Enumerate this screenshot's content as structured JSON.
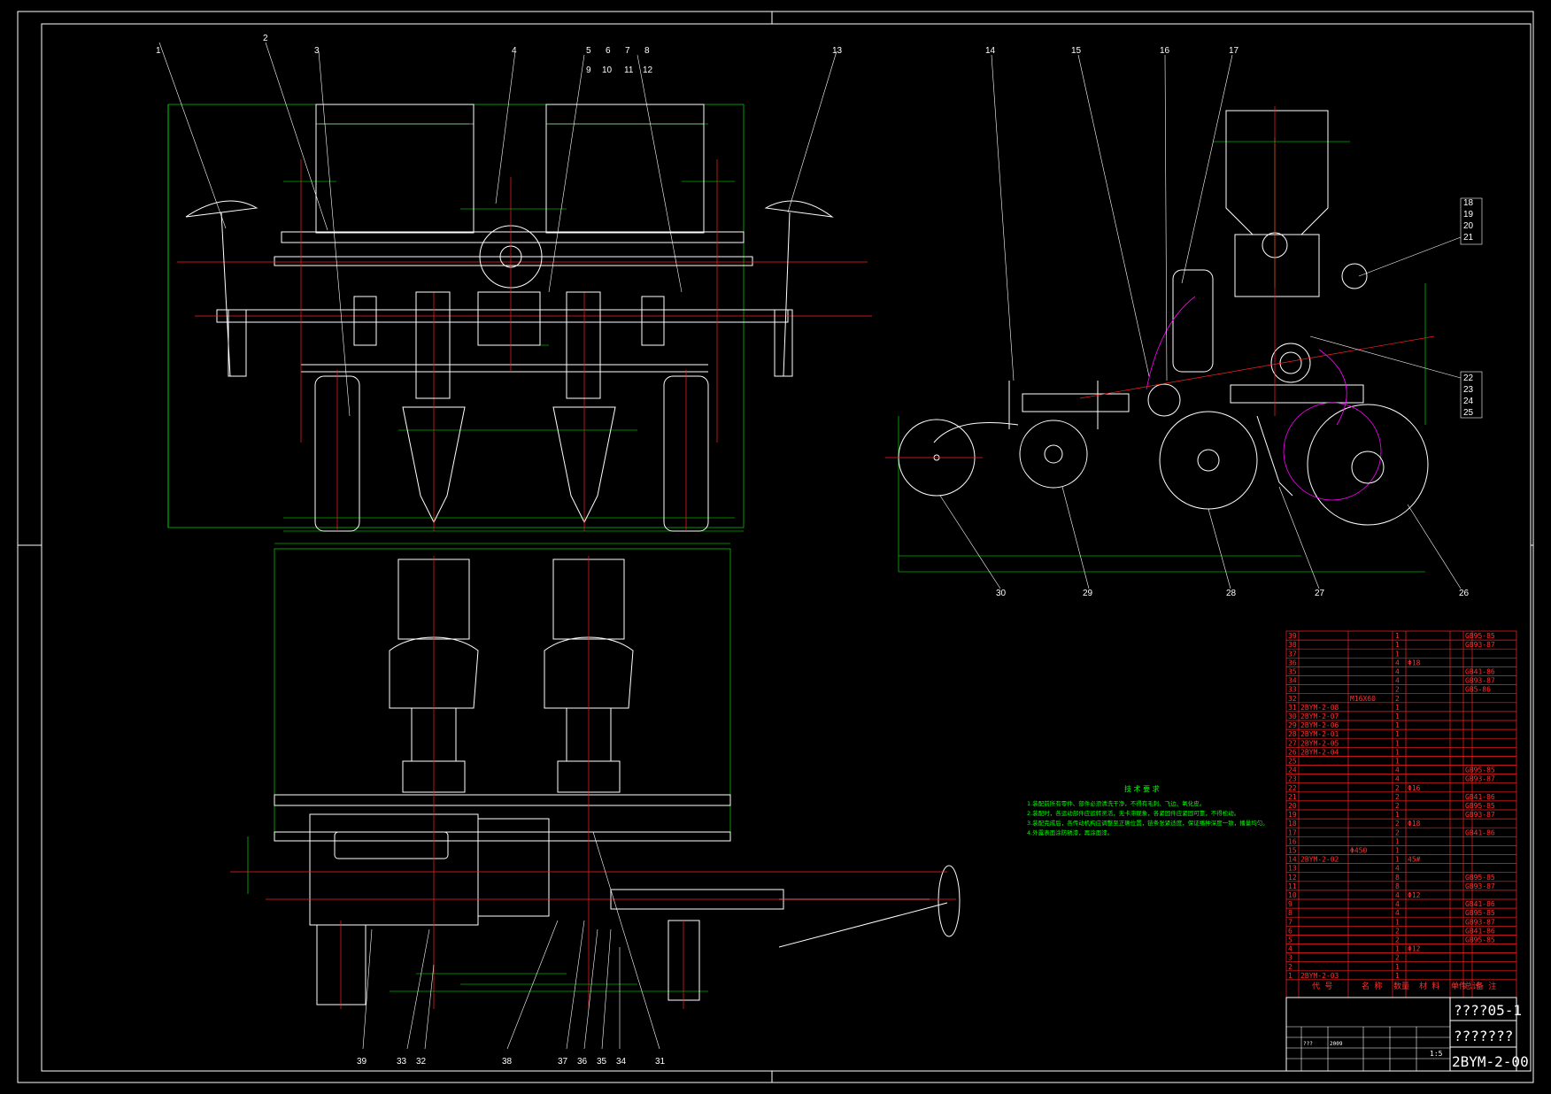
{
  "drawing": {
    "part_labels_front": [
      "1",
      "2",
      "3",
      "4",
      "5",
      "6",
      "7",
      "8",
      "9",
      "10",
      "11",
      "12",
      "13"
    ],
    "part_labels_side_top": [
      "14",
      "15",
      "16",
      "17"
    ],
    "part_labels_side_right": [
      "18",
      "19",
      "20",
      "21",
      "22",
      "23",
      "24",
      "25"
    ],
    "part_labels_side_bottom": [
      "30",
      "29",
      "28",
      "27",
      "26"
    ],
    "part_labels_top_view": [
      "39",
      "33",
      "32",
      "38",
      "37",
      "36",
      "35",
      "34",
      "31"
    ],
    "notes_title": "技 术 要 求",
    "notes": [
      "1.装配前所有零件、部件必须清洗干净，不得有毛刺、飞边、氧化皮。",
      "2.装配时，各运动部件应运转灵活，无卡滞现象，各紧固件应紧固可靠，不得松动。",
      "3.装配完成后，各传动机构应调整至正确位置，链条张紧适度，保证播种深度一致，播量均匀。",
      "4.外露表面涂防锈漆，再涂面漆。"
    ]
  },
  "bom": {
    "header": {
      "code": "代 号",
      "name": "名 称",
      "qty": "数量",
      "material": "材 料",
      "unit_weight": "单件",
      "total_weight": "总计",
      "remark": "备 注"
    },
    "rows": [
      {
        "no": "39",
        "code": "",
        "name": "",
        "qty": "1",
        "mat": "",
        "std": "GB95-85"
      },
      {
        "no": "38",
        "code": "",
        "name": "",
        "qty": "1",
        "mat": "",
        "std": "GB93-87"
      },
      {
        "no": "37",
        "code": "",
        "name": "",
        "qty": "1",
        "mat": "",
        "std": ""
      },
      {
        "no": "36",
        "code": "",
        "name": "",
        "qty": "4",
        "mat": "Φ18",
        "std": ""
      },
      {
        "no": "35",
        "code": "",
        "name": "",
        "qty": "4",
        "mat": "",
        "std": "GB41-86"
      },
      {
        "no": "34",
        "code": "",
        "name": "",
        "qty": "4",
        "mat": "",
        "std": "GB93-87"
      },
      {
        "no": "33",
        "code": "",
        "name": "",
        "qty": "2",
        "mat": "",
        "std": "GB5-86"
      },
      {
        "no": "32",
        "code": "",
        "name": "M16X60",
        "qty": "2",
        "mat": "",
        "std": ""
      },
      {
        "no": "31",
        "code": "2BYM-2-08",
        "name": "",
        "qty": "1",
        "mat": "",
        "std": ""
      },
      {
        "no": "30",
        "code": "2BYM-2-07",
        "name": "",
        "qty": "1",
        "mat": "",
        "std": ""
      },
      {
        "no": "29",
        "code": "2BYM-2-06",
        "name": "",
        "qty": "1",
        "mat": "",
        "std": ""
      },
      {
        "no": "28",
        "code": "2BYM-2-01",
        "name": "",
        "qty": "1",
        "mat": "",
        "std": ""
      },
      {
        "no": "27",
        "code": "2BYM-2-05",
        "name": "",
        "qty": "1",
        "mat": "",
        "std": ""
      },
      {
        "no": "26",
        "code": "2BYM-2-04",
        "name": "",
        "qty": "1",
        "mat": "",
        "std": ""
      },
      {
        "no": "25",
        "code": "",
        "name": "",
        "qty": "1",
        "mat": "",
        "std": ""
      },
      {
        "no": "24",
        "code": "",
        "name": "",
        "qty": "4",
        "mat": "",
        "std": "GB95-85"
      },
      {
        "no": "23",
        "code": "",
        "name": "",
        "qty": "4",
        "mat": "",
        "std": "GB93-87"
      },
      {
        "no": "22",
        "code": "",
        "name": "",
        "qty": "2",
        "mat": "Φ16",
        "std": ""
      },
      {
        "no": "21",
        "code": "",
        "name": "",
        "qty": "2",
        "mat": "",
        "std": "GB41-86"
      },
      {
        "no": "20",
        "code": "",
        "name": "",
        "qty": "2",
        "mat": "",
        "std": "GB95-85"
      },
      {
        "no": "19",
        "code": "",
        "name": "",
        "qty": "1",
        "mat": "",
        "std": "GB93-87"
      },
      {
        "no": "18",
        "code": "",
        "name": "",
        "qty": "2",
        "mat": "Φ18",
        "std": ""
      },
      {
        "no": "17",
        "code": "",
        "name": "",
        "qty": "2",
        "mat": "",
        "std": "GB41-86"
      },
      {
        "no": "16",
        "code": "",
        "name": "",
        "qty": "1",
        "mat": "",
        "std": ""
      },
      {
        "no": "15",
        "code": "",
        "name": "Φ450",
        "qty": "1",
        "mat": "",
        "std": ""
      },
      {
        "no": "14",
        "code": "2BYM-2-02",
        "name": "",
        "qty": "1",
        "mat": "45#",
        "std": ""
      },
      {
        "no": "13",
        "code": "",
        "name": "",
        "qty": "4",
        "mat": "",
        "std": ""
      },
      {
        "no": "12",
        "code": "",
        "name": "",
        "qty": "8",
        "mat": "",
        "std": "GB95-85"
      },
      {
        "no": "11",
        "code": "",
        "name": "",
        "qty": "8",
        "mat": "",
        "std": "GB93-87"
      },
      {
        "no": "10",
        "code": "",
        "name": "",
        "qty": "4",
        "mat": "Φ12",
        "std": ""
      },
      {
        "no": "9",
        "code": "",
        "name": "",
        "qty": "4",
        "mat": "",
        "std": "GB41-86"
      },
      {
        "no": "8",
        "code": "",
        "name": "",
        "qty": "4",
        "mat": "",
        "std": "GB95-85"
      },
      {
        "no": "7",
        "code": "",
        "name": "",
        "qty": "1",
        "mat": "",
        "std": "GB93-87"
      },
      {
        "no": "6",
        "code": "",
        "name": "",
        "qty": "2",
        "mat": "",
        "std": "GB41-86"
      },
      {
        "no": "5",
        "code": "",
        "name": "",
        "qty": "2",
        "mat": "",
        "std": "GB95-85"
      },
      {
        "no": "4",
        "code": "",
        "name": "",
        "qty": "1",
        "mat": "Φ12",
        "std": ""
      },
      {
        "no": "3",
        "code": "",
        "name": "",
        "qty": "2",
        "mat": "",
        "std": ""
      },
      {
        "no": "2",
        "code": "",
        "name": "",
        "qty": "1",
        "mat": "",
        "std": ""
      },
      {
        "no": "1",
        "code": "2BYM-2-03",
        "name": "",
        "qty": "1",
        "mat": "",
        "std": ""
      }
    ]
  },
  "title_block": {
    "drawing_no_top": "????05-1",
    "drawing_name": "???????",
    "drawing_code": "2BYM-2-00",
    "scale": "1:5",
    "date": "2009",
    "designer": "???"
  }
}
